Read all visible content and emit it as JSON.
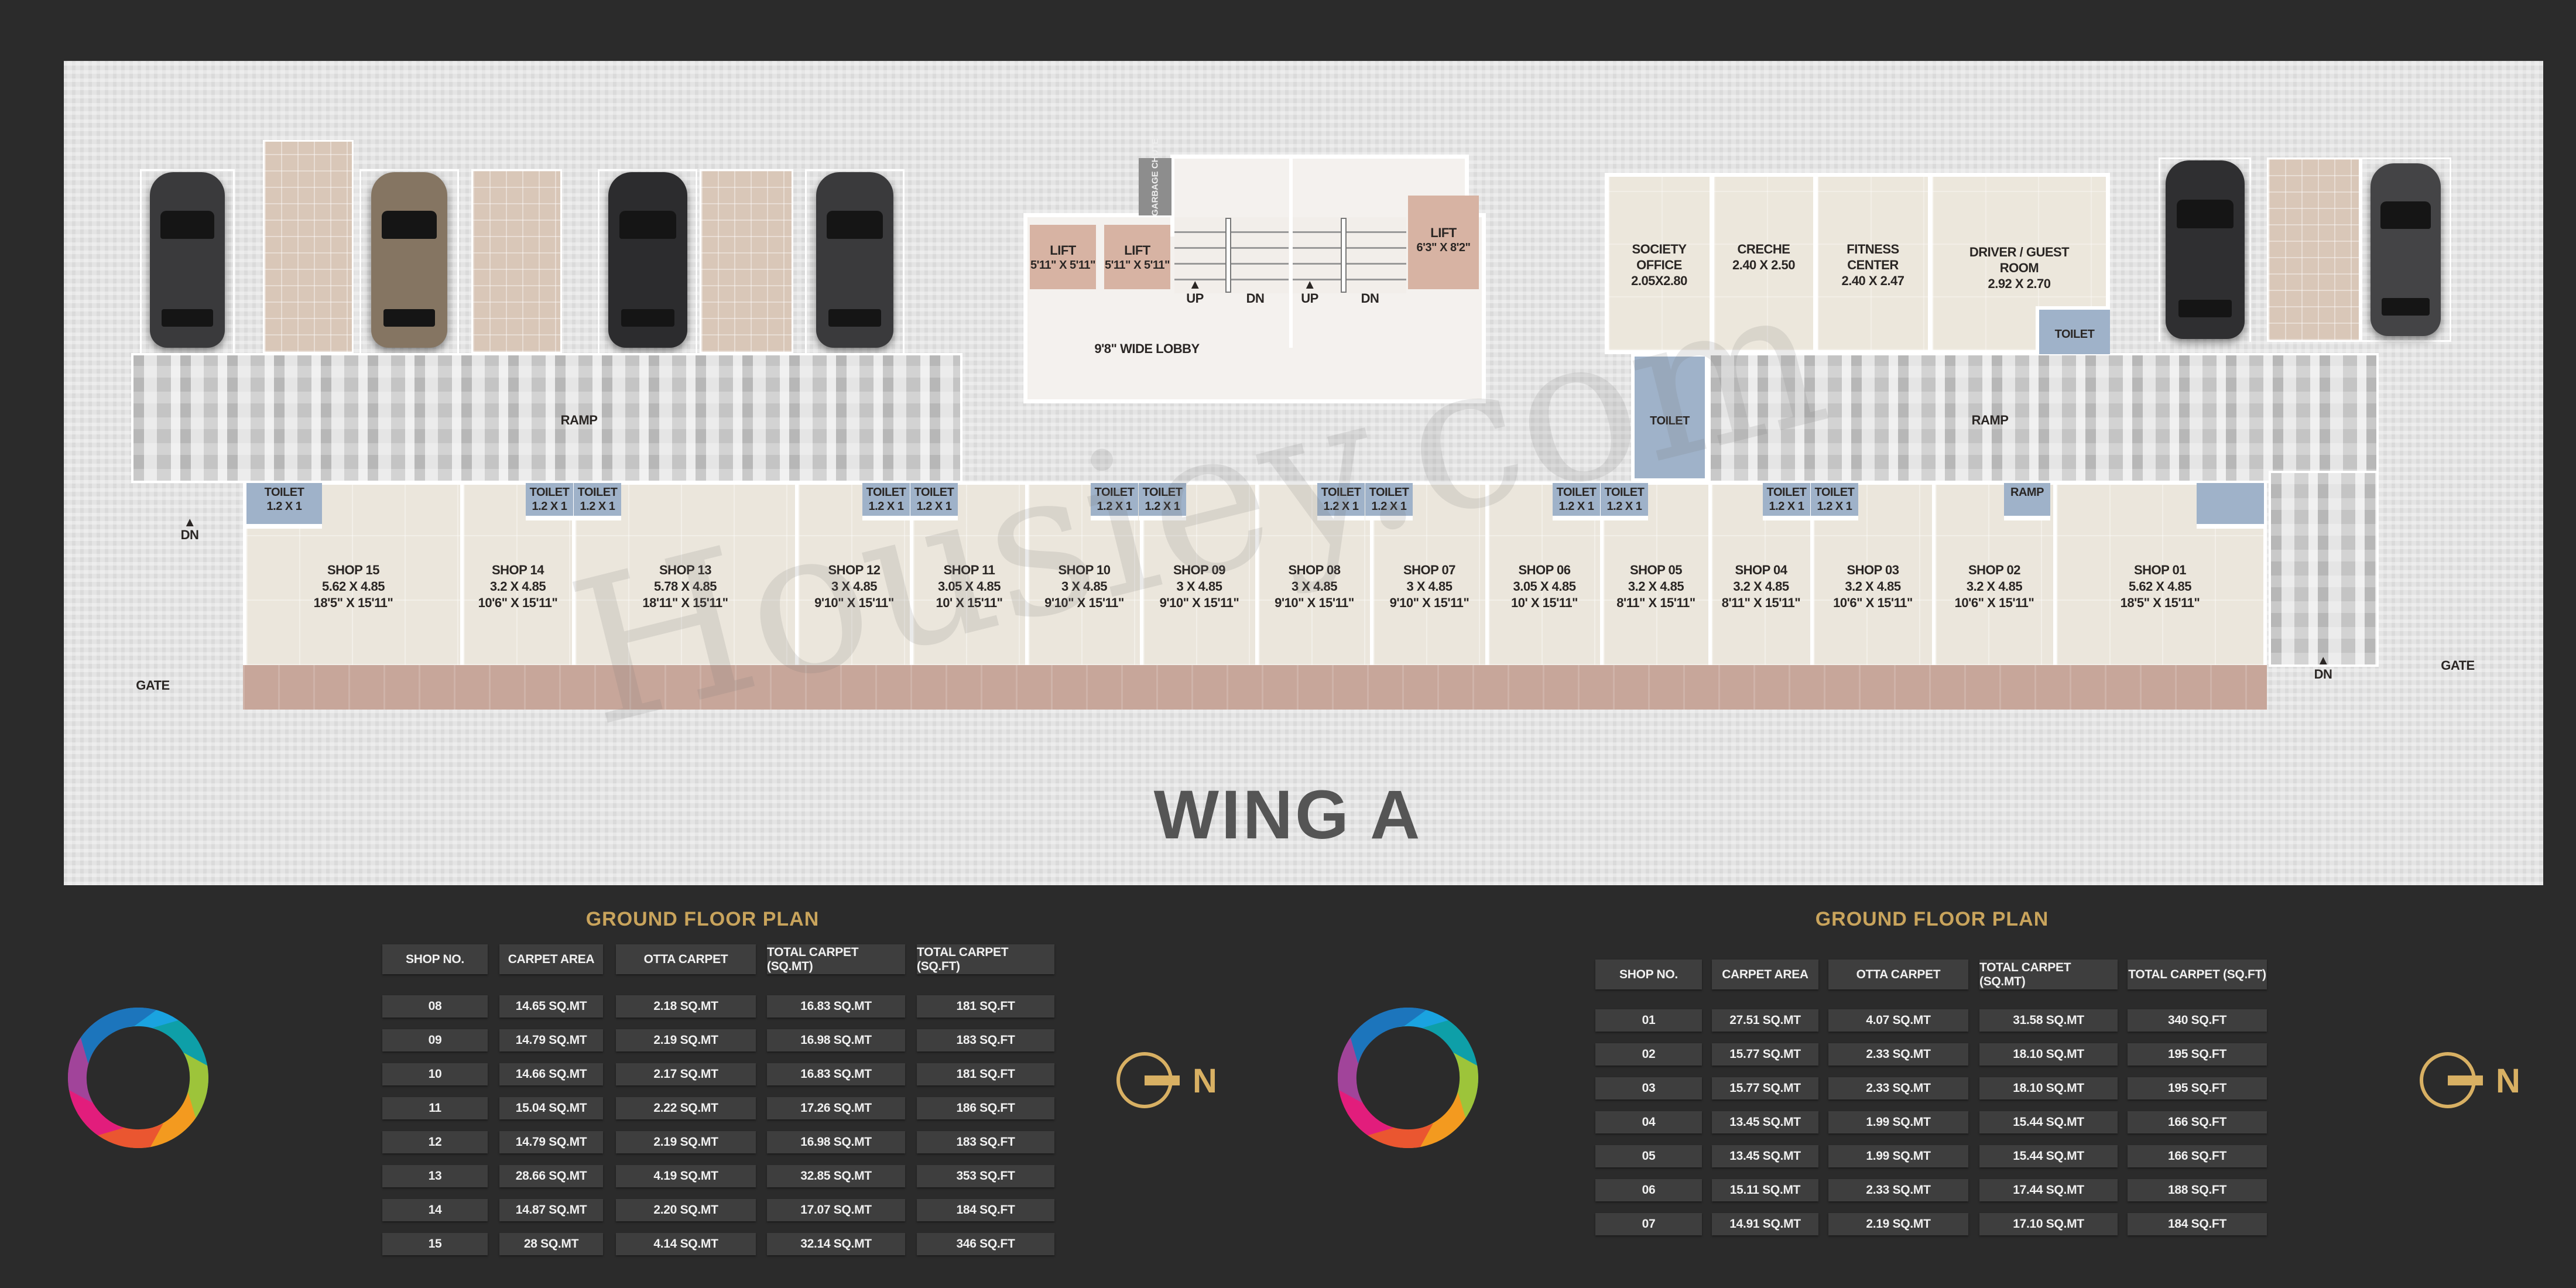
{
  "plan": {
    "title": "WING A",
    "watermark": "Housiey.com",
    "ramp_left": "RAMP",
    "ramp_right": "RAMP",
    "gate_left": "GATE",
    "gate_right": "GATE",
    "dn_left": "DN",
    "dn_right": "DN",
    "lobby": {
      "garbage_chute": "GARBAGE CHUTE",
      "lifts": [
        {
          "label": "LIFT",
          "size": "5'11\" X 5'11\""
        },
        {
          "label": "LIFT",
          "size": "5'11\" X 5'11\""
        },
        {
          "label": "LIFT",
          "size": "6'3\" X 8'2\""
        }
      ],
      "stairs": [
        {
          "up": "UP",
          "dn": "DN"
        },
        {
          "up": "UP",
          "dn": "DN"
        }
      ],
      "lobby_label": "9'8\" WIDE LOBBY"
    },
    "amenities": [
      {
        "name": "SOCIETY OFFICE",
        "size": "2.05X2.80"
      },
      {
        "name": "CRECHE",
        "size": "2.40 X 2.50"
      },
      {
        "name": "FITNESS CENTER",
        "size": "2.40 X 2.47"
      },
      {
        "name": "DRIVER / GUEST ROOM",
        "size": "2.92 X 2.70"
      }
    ],
    "amenity_toilet": "TOILET",
    "common_toilet": "TOILET",
    "shop_toilet": {
      "label": "TOILET",
      "size": "1.2 X 1"
    },
    "shop_ramp": "RAMP",
    "shops": [
      {
        "name": "SHOP 15",
        "metric": "5.62 X 4.85",
        "imperial": "18'5\" X 15'11\""
      },
      {
        "name": "SHOP 14",
        "metric": "3.2 X 4.85",
        "imperial": "10'6\" X 15'11\""
      },
      {
        "name": "SHOP 13",
        "metric": "5.78 X 4.85",
        "imperial": "18'11\" X 15'11\""
      },
      {
        "name": "SHOP 12",
        "metric": "3 X 4.85",
        "imperial": "9'10\" X 15'11\""
      },
      {
        "name": "SHOP 11",
        "metric": "3.05 X 4.85",
        "imperial": "10' X 15'11\""
      },
      {
        "name": "SHOP 10",
        "metric": "3 X 4.85",
        "imperial": "9'10\" X 15'11\""
      },
      {
        "name": "SHOP 09",
        "metric": "3 X 4.85",
        "imperial": "9'10\" X 15'11\""
      },
      {
        "name": "SHOP 08",
        "metric": "3 X 4.85",
        "imperial": "9'10\" X 15'11\""
      },
      {
        "name": "SHOP 07",
        "metric": "3 X 4.85",
        "imperial": "9'10\" X 15'11\""
      },
      {
        "name": "SHOP 06",
        "metric": "3.05 X 4.85",
        "imperial": "10' X 15'11\""
      },
      {
        "name": "SHOP 05",
        "metric": "3.2 X 4.85",
        "imperial": "8'11\" X 15'11\""
      },
      {
        "name": "SHOP 04",
        "metric": "3.2 X 4.85",
        "imperial": "8'11\" X 15'11\""
      },
      {
        "name": "SHOP 03",
        "metric": "3.2 X 4.85",
        "imperial": "10'6\" X 15'11\""
      },
      {
        "name": "SHOP 02",
        "metric": "3.2 X 4.85",
        "imperial": "10'6\" X 15'11\""
      },
      {
        "name": "SHOP 01",
        "metric": "5.62 X 4.85",
        "imperial": "18'5\" X 15'11\""
      }
    ]
  },
  "tables": [
    {
      "title": "GROUND FLOOR PLAN",
      "headers": [
        "SHOP NO.",
        "CARPET AREA",
        "OTTA CARPET",
        "TOTAL CARPET (SQ.MT)",
        "TOTAL CARPET (SQ.FT)"
      ],
      "rows": [
        [
          "08",
          "14.65 SQ.MT",
          "2.18 SQ.MT",
          "16.83 SQ.MT",
          "181 SQ.FT"
        ],
        [
          "09",
          "14.79 SQ.MT",
          "2.19 SQ.MT",
          "16.98 SQ.MT",
          "183 SQ.FT"
        ],
        [
          "10",
          "14.66 SQ.MT",
          "2.17 SQ.MT",
          "16.83 SQ.MT",
          "181 SQ.FT"
        ],
        [
          "11",
          "15.04 SQ.MT",
          "2.22 SQ.MT",
          "17.26 SQ.MT",
          "186 SQ.FT"
        ],
        [
          "12",
          "14.79 SQ.MT",
          "2.19 SQ.MT",
          "16.98 SQ.MT",
          "183 SQ.FT"
        ],
        [
          "13",
          "28.66 SQ.MT",
          "4.19 SQ.MT",
          "32.85 SQ.MT",
          "353 SQ.FT"
        ],
        [
          "14",
          "14.87 SQ.MT",
          "2.20 SQ.MT",
          "17.07 SQ.MT",
          "184 SQ.FT"
        ],
        [
          "15",
          "28 SQ.MT",
          "4.14 SQ.MT",
          "32.14 SQ.MT",
          "346 SQ.FT"
        ]
      ]
    },
    {
      "title": "GROUND FLOOR PLAN",
      "headers": [
        "SHOP NO.",
        "CARPET AREA",
        "OTTA CARPET",
        "TOTAL CARPET (SQ.MT)",
        "TOTAL CARPET (SQ.FT)"
      ],
      "rows": [
        [
          "01",
          "27.51 SQ.MT",
          "4.07 SQ.MT",
          "31.58 SQ.MT",
          "340 SQ.FT"
        ],
        [
          "02",
          "15.77 SQ.MT",
          "2.33 SQ.MT",
          "18.10 SQ.MT",
          "195 SQ.FT"
        ],
        [
          "03",
          "15.77 SQ.MT",
          "2.33 SQ.MT",
          "18.10 SQ.MT",
          "195 SQ.FT"
        ],
        [
          "04",
          "13.45 SQ.MT",
          "1.99 SQ.MT",
          "15.44 SQ.MT",
          "166 SQ.FT"
        ],
        [
          "05",
          "13.45 SQ.MT",
          "1.99 SQ.MT",
          "15.44 SQ.MT",
          "166 SQ.FT"
        ],
        [
          "06",
          "15.11 SQ.MT",
          "2.33 SQ.MT",
          "17.44 SQ.MT",
          "188 SQ.FT"
        ],
        [
          "07",
          "14.91 SQ.MT",
          "2.19 SQ.MT",
          "17.10 SQ.MT",
          "184 SQ.FT"
        ]
      ]
    }
  ],
  "compass": {
    "label": "N"
  },
  "colors": {
    "background": "#2b2b2b",
    "gold": "#c9a45c",
    "cell": "#3e3e3e"
  }
}
